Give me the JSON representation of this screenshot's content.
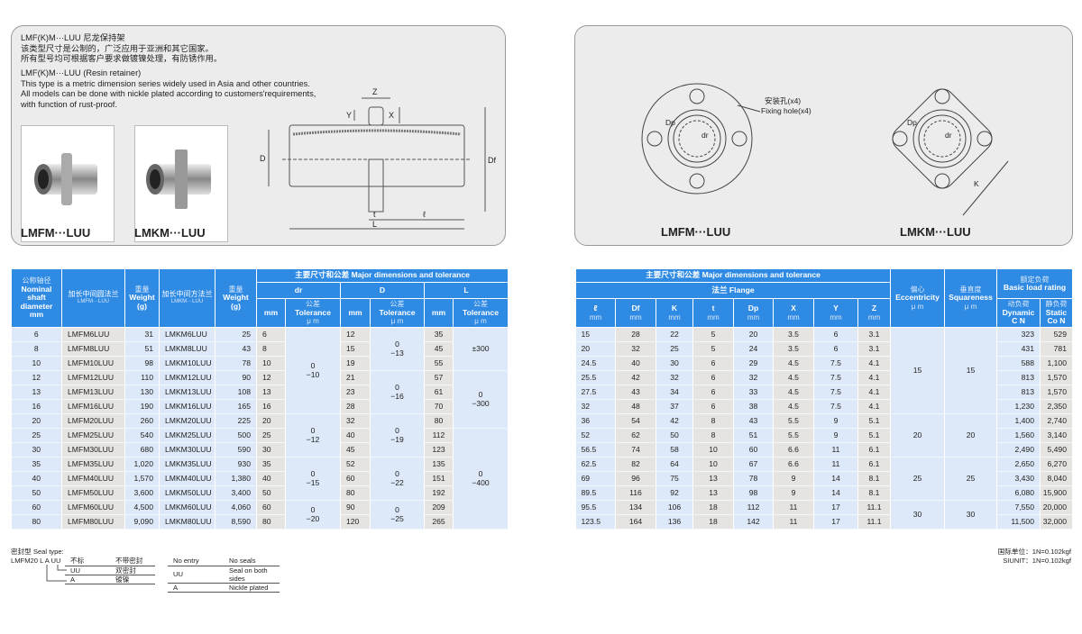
{
  "intro": {
    "cn_title": "LMF(K)M···LUU 尼龙保持架",
    "cn_line1": "该类型尺寸是公制的，广泛应用于亚洲和其它国家。",
    "cn_line2": "所有型号均可根据客户要求做镀镍处理，有防锈作用。",
    "en_title": "LMF(K)M···LUU (Resin retainer)",
    "en_line1": "This type is a metric dimension series widely used in Asia and other countries.",
    "en_line2": "All models can be done with nickle plated according to customers'requirements,",
    "en_line3": "with function of rust-proof."
  },
  "photos": {
    "lmfm": "LMFM···LUU",
    "lmkm": "LMKM···LUU"
  },
  "drawing": {
    "z": "Z",
    "y": "Y",
    "x": "X",
    "d": "D",
    "df": "Df",
    "t": "t",
    "l_small": "ℓ",
    "l": "L"
  },
  "right_panel": {
    "hole_cn": "安装孔(x4)",
    "hole_en": "Fixing hole(x4)",
    "dp": "Dp",
    "dr": "dr",
    "k": "K",
    "lmfm": "LMFM···LUU",
    "lmkm": "LMKM···LUU"
  },
  "left_table": {
    "h_shaft_cn": "公称轴径",
    "h_shaft_en": "Nominal shaft diameter",
    "h_mm": "mm",
    "h_lmfm_cn": "加长中间圆法兰",
    "h_lmfm_en": "LMFM···LUU",
    "h_weight_cn": "重量",
    "h_weight_en": "Weight",
    "h_g": "(g)",
    "h_lmkm_cn": "加长中间方法兰",
    "h_lmkm_en": "LMKM···LUU",
    "h_major": "主要尺寸和公差  Major dimensions and tolerance",
    "h_dr": "dr",
    "h_D": "D",
    "h_L": "L",
    "h_tol_cn": "公差",
    "h_tol_en": "Tolerance",
    "h_um": "μ m",
    "rows": [
      [
        "6",
        "LMFM6LUU",
        "31",
        "LMKM6LUU",
        "25",
        "6",
        "12",
        "35"
      ],
      [
        "8",
        "LMFM8LUU",
        "51",
        "LMKM8LUU",
        "43",
        "8",
        "15",
        "45"
      ],
      [
        "10",
        "LMFM10LUU",
        "98",
        "LMKM10LUU",
        "78",
        "10",
        "19",
        "55"
      ],
      [
        "12",
        "LMFM12LUU",
        "110",
        "LMKM12LUU",
        "90",
        "12",
        "21",
        "57"
      ],
      [
        "13",
        "LMFM13LUU",
        "130",
        "LMKM13LUU",
        "108",
        "13",
        "23",
        "61"
      ],
      [
        "16",
        "LMFM16LUU",
        "190",
        "LMKM16LUU",
        "165",
        "16",
        "28",
        "70"
      ],
      [
        "20",
        "LMFM20LUU",
        "260",
        "LMKM20LUU",
        "225",
        "20",
        "32",
        "80"
      ],
      [
        "25",
        "LMFM25LUU",
        "540",
        "LMKM25LUU",
        "500",
        "25",
        "40",
        "112"
      ],
      [
        "30",
        "LMFM30LUU",
        "680",
        "LMKM30LUU",
        "590",
        "30",
        "45",
        "123"
      ],
      [
        "35",
        "LMFM35LUU",
        "1,020",
        "LMKM35LUU",
        "930",
        "35",
        "52",
        "135"
      ],
      [
        "40",
        "LMFM40LUU",
        "1,570",
        "LMKM40LUU",
        "1,380",
        "40",
        "60",
        "151"
      ],
      [
        "50",
        "LMFM50LUU",
        "3,600",
        "LMKM50LUU",
        "3,400",
        "50",
        "80",
        "192"
      ],
      [
        "60",
        "LMFM60LUU",
        "4,500",
        "LMKM60LUU",
        "4,060",
        "60",
        "90",
        "209"
      ],
      [
        "80",
        "LMFM80LUU",
        "9,090",
        "LMKM80LUU",
        "8,590",
        "80",
        "120",
        "265"
      ]
    ],
    "dr_tol": [
      {
        "start": 0,
        "span": 6,
        "text": [
          "0",
          "−10"
        ]
      },
      {
        "start": 6,
        "span": 3,
        "text": [
          "0",
          "−12"
        ]
      },
      {
        "start": 9,
        "span": 3,
        "text": [
          "0",
          "−15"
        ]
      },
      {
        "start": 12,
        "span": 2,
        "text": [
          "0",
          "−20"
        ]
      }
    ],
    "D_tol": [
      {
        "start": 0,
        "span": 3,
        "text": [
          "0",
          "−13"
        ]
      },
      {
        "start": 3,
        "span": 3,
        "text": [
          "0",
          "−16"
        ]
      },
      {
        "start": 6,
        "span": 3,
        "text": [
          "0",
          "−19"
        ]
      },
      {
        "start": 9,
        "span": 3,
        "text": [
          "0",
          "−22"
        ]
      },
      {
        "start": 12,
        "span": 2,
        "text": [
          "0",
          "−25"
        ]
      }
    ],
    "L_tol": [
      {
        "start": 0,
        "span": 3,
        "text": [
          "±300"
        ]
      },
      {
        "start": 3,
        "span": 4,
        "text": [
          "0",
          "−300"
        ]
      },
      {
        "start": 7,
        "span": 7,
        "text": [
          "0",
          "−400"
        ]
      }
    ]
  },
  "right_table": {
    "h_major": "主要尺寸和公差  Major dimensions and tolerance",
    "h_flange": "法兰  Flange",
    "cols": [
      "ℓ",
      "Df",
      "K",
      "t",
      "Dp",
      "X",
      "Y",
      "Z"
    ],
    "h_mm": "mm",
    "h_ecc_cn": "偏心",
    "h_ecc_en": "Eccentricity",
    "h_sq_cn": "垂直度",
    "h_sq_en": "Squareness",
    "h_um": "μ m",
    "h_load_cn": "额定负荷",
    "h_load_en": "Basic load rating",
    "h_dyn_cn": "动负荷",
    "h_dyn_en": "Dynamic",
    "h_dyn_u": "C N",
    "h_sta_cn": "静负荷",
    "h_sta_en": "Static",
    "h_sta_u": "Co N",
    "rows": [
      [
        "15",
        "28",
        "22",
        "5",
        "20",
        "3.5",
        "6",
        "3.1",
        "323",
        "529"
      ],
      [
        "20",
        "32",
        "25",
        "5",
        "24",
        "3.5",
        "6",
        "3.1",
        "431",
        "781"
      ],
      [
        "24.5",
        "40",
        "30",
        "6",
        "29",
        "4.5",
        "7.5",
        "4.1",
        "588",
        "1,100"
      ],
      [
        "25.5",
        "42",
        "32",
        "6",
        "32",
        "4.5",
        "7.5",
        "4.1",
        "813",
        "1,570"
      ],
      [
        "27.5",
        "43",
        "34",
        "6",
        "33",
        "4.5",
        "7.5",
        "4.1",
        "813",
        "1,570"
      ],
      [
        "32",
        "48",
        "37",
        "6",
        "38",
        "4.5",
        "7.5",
        "4.1",
        "1,230",
        "2,350"
      ],
      [
        "36",
        "54",
        "42",
        "8",
        "43",
        "5.5",
        "9",
        "5.1",
        "1,400",
        "2,740"
      ],
      [
        "52",
        "62",
        "50",
        "8",
        "51",
        "5.5",
        "9",
        "5.1",
        "1,560",
        "3,140"
      ],
      [
        "56.5",
        "74",
        "58",
        "10",
        "60",
        "6.6",
        "11",
        "6.1",
        "2,490",
        "5,490"
      ],
      [
        "62.5",
        "82",
        "64",
        "10",
        "67",
        "6.6",
        "11",
        "6.1",
        "2,650",
        "6,270"
      ],
      [
        "69",
        "96",
        "75",
        "13",
        "78",
        "9",
        "14",
        "8.1",
        "3,430",
        "8,040"
      ],
      [
        "89.5",
        "116",
        "92",
        "13",
        "98",
        "9",
        "14",
        "8.1",
        "6,080",
        "15,900"
      ],
      [
        "95.5",
        "134",
        "106",
        "18",
        "112",
        "11",
        "17",
        "11.1",
        "7,550",
        "20,000"
      ],
      [
        "123.5",
        "164",
        "136",
        "18",
        "142",
        "11",
        "17",
        "11.1",
        "11,500",
        "32,000"
      ]
    ],
    "ecc": [
      {
        "start": 0,
        "span": 6,
        "text": [
          "15"
        ]
      },
      {
        "start": 6,
        "span": 3,
        "text": [
          "20"
        ]
      },
      {
        "start": 9,
        "span": 3,
        "text": [
          "25"
        ]
      },
      {
        "start": 12,
        "span": 2,
        "text": [
          "30"
        ]
      }
    ],
    "sq": [
      {
        "start": 0,
        "span": 6,
        "text": [
          "15"
        ]
      },
      {
        "start": 6,
        "span": 3,
        "text": [
          "20"
        ]
      },
      {
        "start": 9,
        "span": 3,
        "text": [
          "25"
        ]
      },
      {
        "start": 12,
        "span": 2,
        "text": [
          "30"
        ]
      }
    ]
  },
  "seal": {
    "title": "密封型 Seal type:",
    "code": "LMFM20 L A UU",
    "cn": [
      [
        "不标",
        "不带密封"
      ],
      [
        "UU",
        "双密封"
      ],
      [
        "A",
        "镀镍"
      ]
    ],
    "en": [
      [
        "No entry",
        "No seals"
      ],
      [
        "UU",
        "Seal on both sides"
      ],
      [
        "A",
        "Nickle plated"
      ]
    ]
  },
  "units": {
    "cn": "国际单位：1N=0.102kgf",
    "en": "SIUNIT：1N=0.102kgf"
  }
}
